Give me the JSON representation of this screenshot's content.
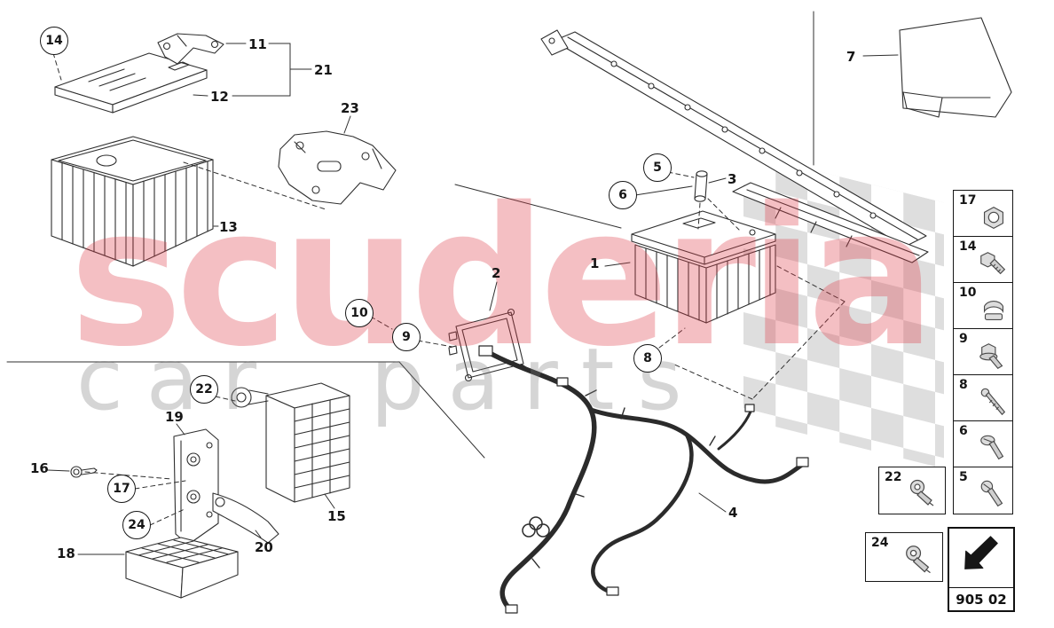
{
  "watermark": {
    "title": "scuderia",
    "subtitle": "car parts"
  },
  "callouts": {
    "n1": "1",
    "n2": "2",
    "n3": "3",
    "n4": "4",
    "n5": "5",
    "n6": "6",
    "n7": "7",
    "n8": "8",
    "n9": "9",
    "n10": "10",
    "n11": "11",
    "n12": "12",
    "n13": "13",
    "n14": "14",
    "n15": "15",
    "n16": "16",
    "n17": "17",
    "n18": "18",
    "n19": "19",
    "n20": "20",
    "n21": "21",
    "n22": "22",
    "n23": "23",
    "n24": "24"
  },
  "legend": {
    "items": [
      {
        "num": "17",
        "icon": "hex-nut-icon"
      },
      {
        "num": "14",
        "icon": "hex-bolt-icon"
      },
      {
        "num": "10",
        "icon": "clip-nut-icon"
      },
      {
        "num": "9",
        "icon": "flange-bolt-icon"
      },
      {
        "num": "8",
        "icon": "stud-icon"
      },
      {
        "num": "6",
        "icon": "flat-screw-icon"
      },
      {
        "num": "5",
        "icon": "pan-screw-icon"
      }
    ],
    "terminal22": {
      "num": "22",
      "icon": "ring-terminal-icon"
    },
    "terminal24": {
      "num": "24",
      "icon": "ring-terminal-icon"
    }
  },
  "footer": {
    "page_code": "905 02"
  }
}
